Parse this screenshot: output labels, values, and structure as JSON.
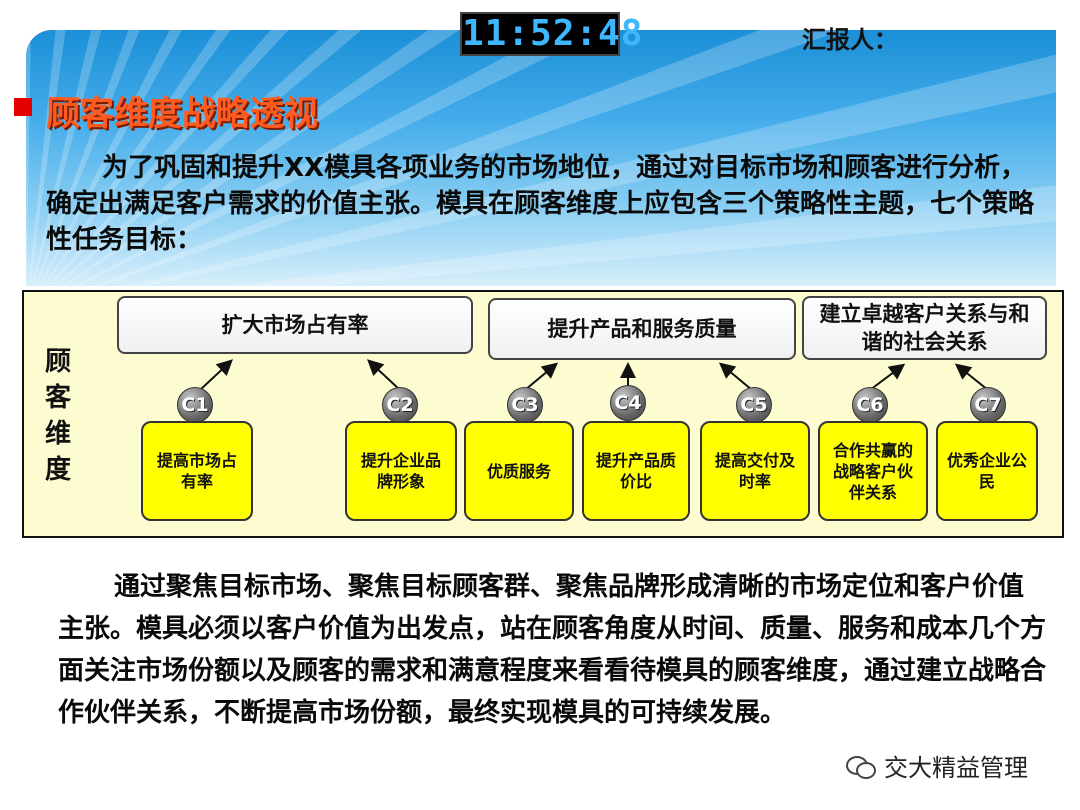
{
  "header": {
    "clock": "11:52:48",
    "reporter_label": "汇报人："
  },
  "title": "顾客维度战略透视",
  "intro_text": "为了巩固和提升XX模具各项业务的市场地位，通过对目标市场和顾客进行分析，确定出满足客户需求的价值主张。模具在顾客维度上应包含三个策略性主题，七个策略性任务目标：",
  "diagram": {
    "vertical_label": "顾客维度",
    "themes": [
      {
        "label": "扩大市场占有率"
      },
      {
        "label": "提升产品和服务质量"
      },
      {
        "label": "建立卓越客户关系与和谐的社会关系"
      }
    ],
    "tasks": [
      {
        "code": "C1",
        "label": "提高市场占有率"
      },
      {
        "code": "C2",
        "label": "提升企业品牌形象"
      },
      {
        "code": "C3",
        "label": "优质服务"
      },
      {
        "code": "C4",
        "label": "提升产品质价比"
      },
      {
        "code": "C5",
        "label": "提高交付及时率"
      },
      {
        "code": "C6",
        "label": "合作共赢的战略客户伙伴关系"
      },
      {
        "code": "C7",
        "label": "优秀企业公民"
      }
    ]
  },
  "summary_text": "通过聚焦目标市场、聚焦目标顾客群、聚焦品牌形成清晰的市场定位和客户价值主张。模具必须以客户价值为出发点，站在顾客角度从时间、质量、服务和成本几个方面关注市场份额以及顾客的需求和满意程度来看看待模具的顾客维度，通过建立战略合作伙伴关系，不断提高市场份额，最终实现模具的可持续发展。",
  "watermark": "交大精益管理",
  "colors": {
    "title": "#ff5a1f",
    "task_fill": "#ffff00",
    "diagram_bg": "#fdfbd0",
    "banner": "#2a9ae0",
    "bullet": "#e20000"
  }
}
